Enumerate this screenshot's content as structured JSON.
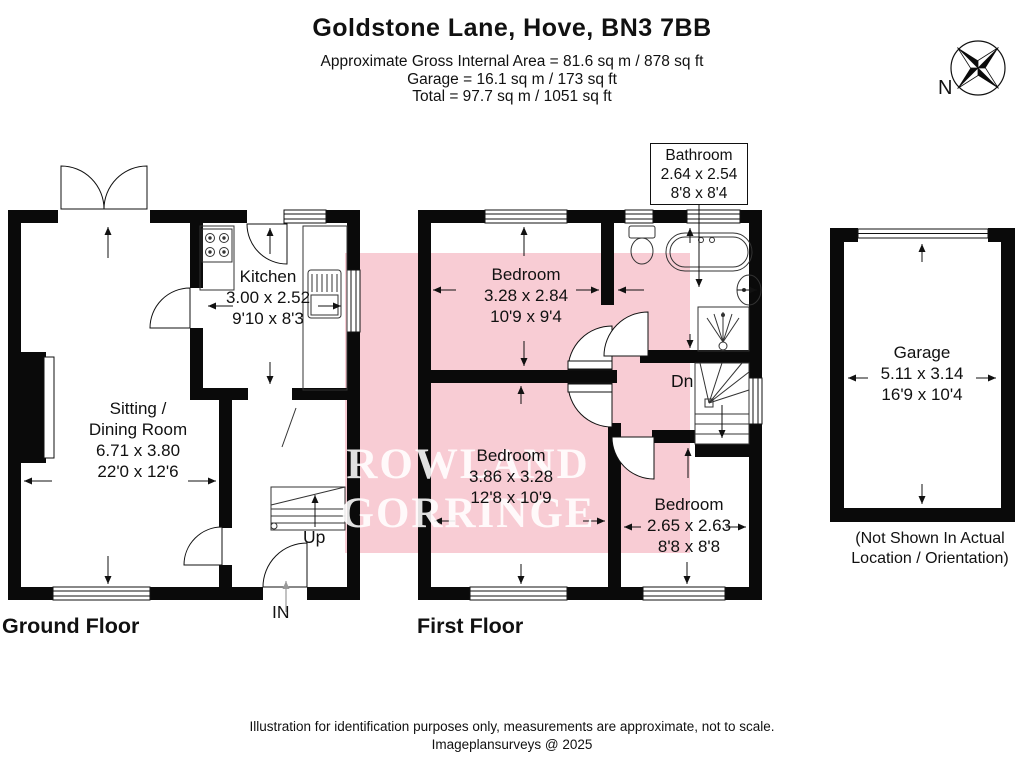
{
  "header": {
    "title": "Goldstone Lane, Hove, BN3 7BB",
    "area_line1": "Approximate Gross Internal Area = 81.6 sq m / 878 sq ft",
    "area_line2": "Garage = 16.1 sq m / 173 sq ft",
    "area_line3": "Total = 97.7 sq m / 1051 sq ft"
  },
  "compass": {
    "label": "N"
  },
  "ground_floor": {
    "label": "Ground Floor",
    "kitchen": {
      "name": "Kitchen",
      "metric": "3.00 x 2.52",
      "imperial": "9'10 x 8'3"
    },
    "sitting_dining": {
      "name_line1": "Sitting /",
      "name_line2": "Dining Room",
      "metric": "6.71 x 3.80",
      "imperial": "22'0 x 12'6"
    },
    "stairs_label": "Up",
    "entrance_label": "IN"
  },
  "first_floor": {
    "label": "First Floor",
    "bedroom1": {
      "name": "Bedroom",
      "metric": "3.28 x 2.84",
      "imperial": "10'9 x 9'4"
    },
    "bedroom2": {
      "name": "Bedroom",
      "metric": "3.86 x 3.28",
      "imperial": "12'8 x 10'9"
    },
    "bedroom3": {
      "name": "Bedroom",
      "metric": "2.65 x 2.63",
      "imperial": "8'8 x 8'8"
    },
    "bathroom": {
      "name": "Bathroom",
      "metric": "2.64 x 2.54",
      "imperial": "8'8 x 8'4"
    },
    "stairs_label": "Dn"
  },
  "garage": {
    "name": "Garage",
    "metric": "5.11 x 3.14",
    "imperial": "16'9 x 10'4",
    "note_line1": "(Not Shown In Actual",
    "note_line2": "Location / Orientation)"
  },
  "watermark": {
    "line1": "ROWLAND",
    "line2": "GORRINGE"
  },
  "footer": {
    "line1": "Illustration for identification purposes only, measurements are approximate, not to scale.",
    "line2": "Imageplansurveys @ 2025"
  },
  "colors": {
    "watermark_pink": "#f8ccd4",
    "wall": "#0a0a0a",
    "thin_line": "#333333"
  }
}
